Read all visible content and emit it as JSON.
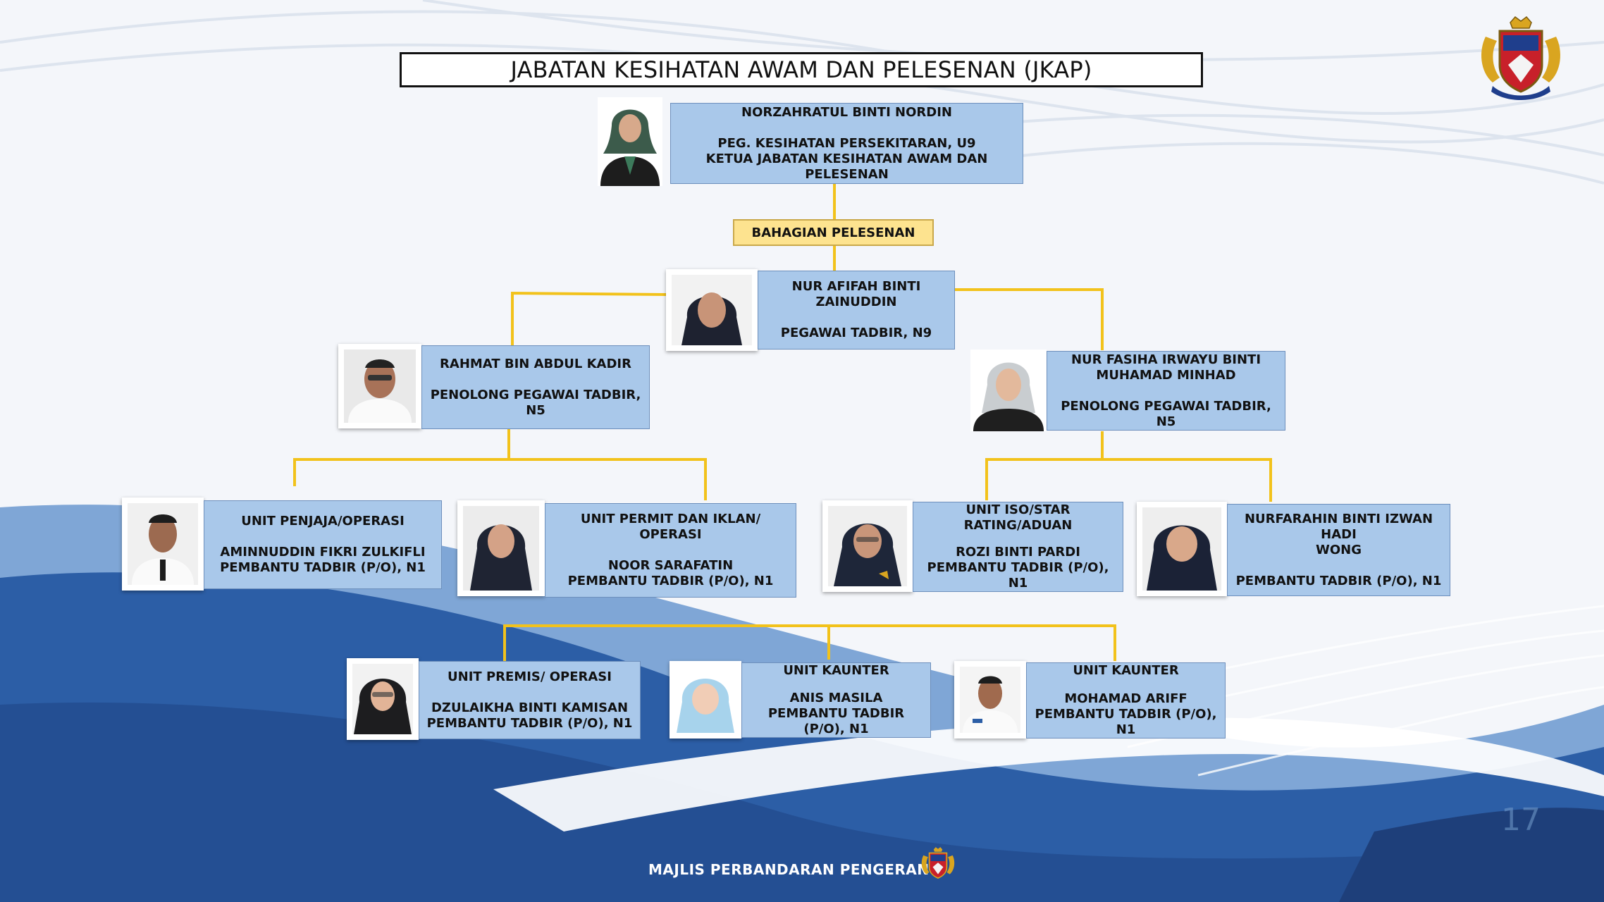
{
  "title": "JABATAN KESIHATAN AWAM DAN PELESENAN (JKAP)",
  "division": "BAHAGIAN PELESENAN",
  "head": {
    "name": "NORZAHRATUL BINTI NORDIN",
    "position1": "PEG. KESIHATAN PERSEKITARAN, U9",
    "position2": "KETUA JABATAN KESIHATAN AWAM DAN PELESENAN"
  },
  "admin_officer": {
    "name": "NUR AFIFAH BINTI ZAINUDDIN",
    "position": "PEGAWAI TADBIR, N9"
  },
  "assistant_left": {
    "name": "RAHMAT BIN ABDUL KADIR",
    "position": "PENOLONG PEGAWAI TADBIR, N5"
  },
  "assistant_right": {
    "name_line1": "NUR FASIHA IRWAYU BINTI",
    "name_line2": "MUHAMAD MINHAD",
    "position": "PENOLONG PEGAWAI TADBIR, N5"
  },
  "units_row1": [
    {
      "unit": "UNIT PENJAJA/OPERASI",
      "name": "AMINNUDDIN FIKRI ZULKIFLI",
      "position": "PEMBANTU TADBIR (P/O), N1"
    },
    {
      "unit_line1": "UNIT PERMIT DAN IKLAN/",
      "unit_line2": "OPERASI",
      "name": "NOOR SARAFATIN",
      "position": "PEMBANTU TADBIR (P/O), N1"
    },
    {
      "unit": "UNIT ISO/STAR RATING/ADUAN",
      "name": "ROZI BINTI PARDI",
      "position": "PEMBANTU TADBIR (P/O), N1"
    },
    {
      "name_line1": "NURFARAHIN BINTI IZWAN HADI",
      "name_line2": "WONG",
      "position": "PEMBANTU TADBIR (P/O), N1"
    }
  ],
  "units_row2": [
    {
      "unit": "UNIT PREMIS/ OPERASI",
      "name": "DZULAIKHA BINTI KAMISAN",
      "position": "PEMBANTU TADBIR (P/O), N1"
    },
    {
      "unit": "UNIT KAUNTER",
      "name": "ANIS MASILA",
      "position": "PEMBANTU TADBIR (P/O), N1"
    },
    {
      "unit": "UNIT KAUNTER",
      "name": "MOHAMAD ARIFF",
      "position": "PEMBANTU TADBIR (P/O), N1"
    }
  ],
  "page_number": "17",
  "footer": "MAJLIS PERBANDARAN PENGERANG",
  "colors": {
    "box_fill": "#a9c8ea",
    "connector": "#f2c21b",
    "division_fill": "#fde38f",
    "wave_dark": "#2c5ea6",
    "wave_light": "#7fa6d6"
  },
  "icons": {
    "crest": "crest-icon",
    "person": "person-photo-icon"
  }
}
